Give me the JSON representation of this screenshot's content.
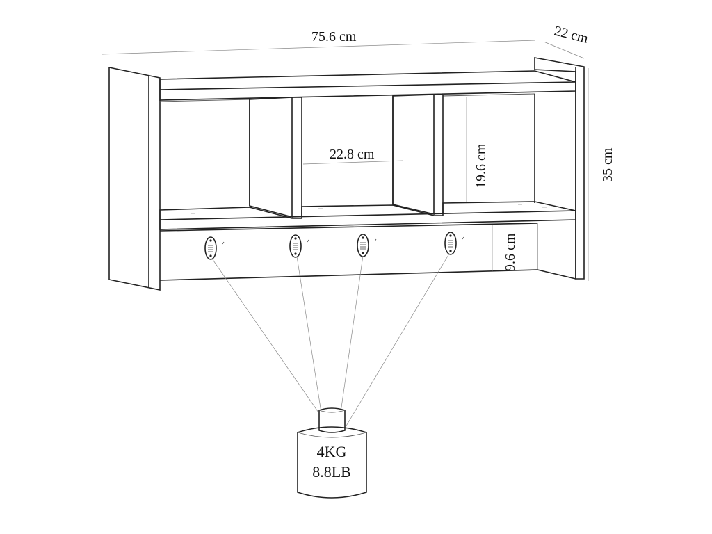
{
  "dimensions": {
    "width": "75.6 cm",
    "depth": "22 cm",
    "height": "35 cm",
    "compartment_width": "22.8 cm",
    "compartment_height": "19.6 cm",
    "hook_rail_height": "9.6 cm"
  },
  "weight_label": {
    "kg": "4KG",
    "lb": "8.8LB"
  },
  "hooks": [
    {
      "id": 1
    },
    {
      "id": 2
    },
    {
      "id": 3
    },
    {
      "id": 4
    }
  ]
}
